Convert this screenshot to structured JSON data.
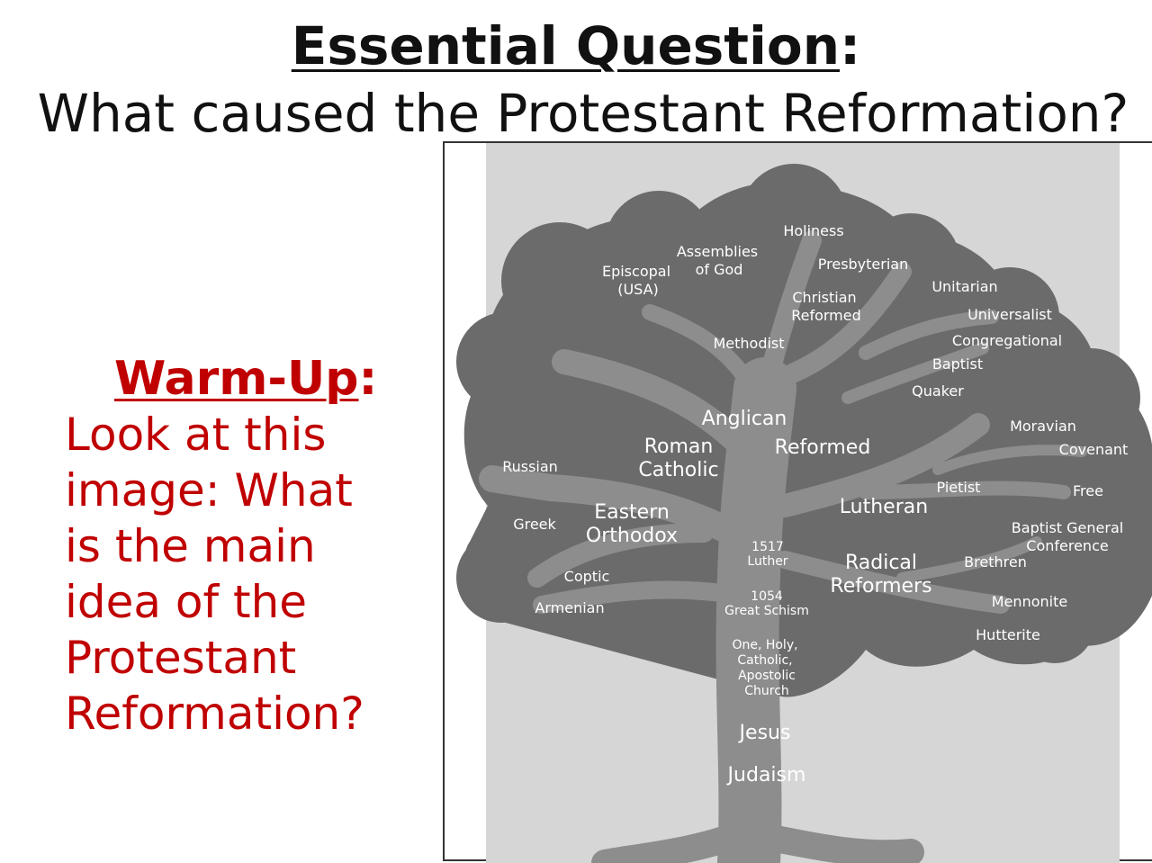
{
  "essential": {
    "title": "Essential Question",
    "colon": ":"
  },
  "question": "What caused the Protestant Reformation?",
  "warmup": {
    "title": "Warm-Up",
    "colon": ":",
    "lines": [
      "Look at this",
      "image: What",
      "is the main",
      "idea of the",
      "Protestant",
      "Reformation?"
    ]
  },
  "colors": {
    "warmup_text": "#c00000",
    "canopy": "#6b6b6b",
    "branches": "#8d8d8d",
    "panel_bg": "#d6d6d6"
  },
  "tree": {
    "labels": {
      "holiness": "Holiness",
      "assemblies": [
        "Assemblies",
        "of God"
      ],
      "episcopal": [
        "Episcopal",
        "(USA)"
      ],
      "presbyterian": "Presbyterian",
      "christian_reformed": [
        "Christian",
        "Reformed"
      ],
      "unitarian": "Unitarian",
      "universalist": "Universalist",
      "methodist": "Methodist",
      "congregational": "Congregational",
      "baptist": "Baptist",
      "quaker": "Quaker",
      "anglican": "Anglican",
      "moravian": "Moravian",
      "roman_catholic": [
        "Roman",
        "Catholic"
      ],
      "reformed": "Reformed",
      "covenant": "Covenant",
      "russian": "Russian",
      "pietist": "Pietist",
      "free": "Free",
      "eastern_orthodox": [
        "Eastern",
        "Orthodox"
      ],
      "lutheran": "Lutheran",
      "greek": "Greek",
      "baptist_general": [
        "Baptist General",
        "Conference"
      ],
      "luther_1517": [
        "1517",
        "Luther"
      ],
      "radical_reformers": [
        "Radical",
        "Reformers"
      ],
      "brethren": "Brethren",
      "coptic": "Coptic",
      "schism_1054": [
        "1054",
        "Great Schism"
      ],
      "mennonite": "Mennonite",
      "armenian": "Armenian",
      "hutterite": "Hutterite",
      "one_holy": [
        "One, Holy,",
        "Catholic,",
        "Apostolic",
        "Church"
      ],
      "jesus": "Jesus",
      "judaism": "Judaism"
    }
  }
}
